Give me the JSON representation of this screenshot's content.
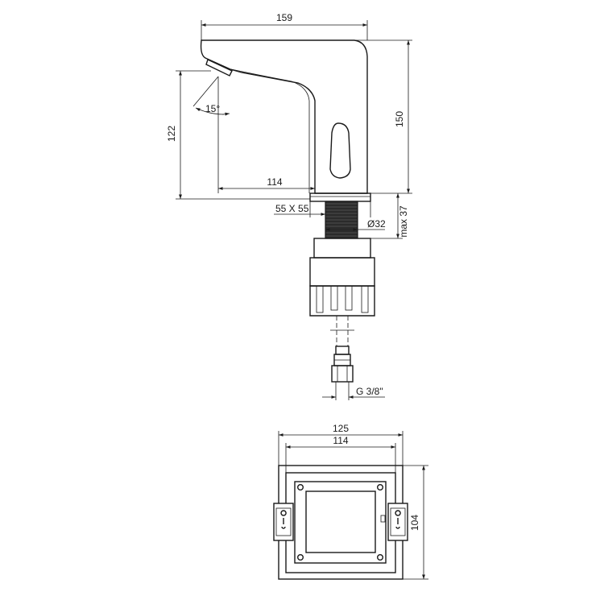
{
  "dimensions": {
    "width_total": "159",
    "height_total": "150",
    "spout_height": "122",
    "spout_reach": "114",
    "spray_angle": "15°",
    "base_plate": "55 X 55",
    "hole_diameter": "Ø32",
    "max_mount": "max 37",
    "connection": "G 3/8\"",
    "box_outer_width": "125",
    "box_inner_width": "114",
    "box_height": "104"
  },
  "colors": {
    "line": "#1a1a1a",
    "background": "#ffffff",
    "thread": "#2b2b2b"
  }
}
